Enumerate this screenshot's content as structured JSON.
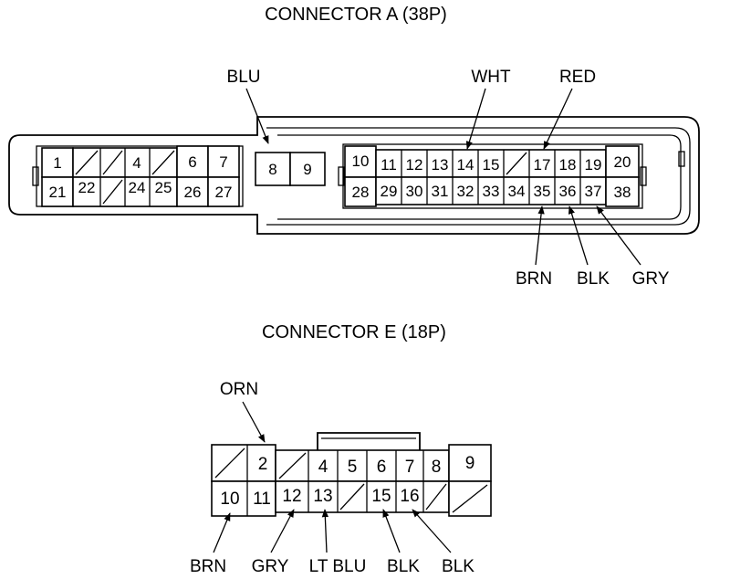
{
  "connector_a": {
    "title": "CONNECTOR A (38P)",
    "pins": [
      "1",
      "21",
      "22",
      "4",
      "24",
      "25",
      "6",
      "26",
      "7",
      "27",
      "8",
      "9",
      "10",
      "28",
      "11",
      "29",
      "12",
      "30",
      "13",
      "31",
      "14",
      "32",
      "15",
      "33",
      "34",
      "17",
      "35",
      "18",
      "36",
      "19",
      "37",
      "20",
      "38"
    ],
    "wire_labels": {
      "blu": "BLU",
      "wht": "WHT",
      "red": "RED",
      "brn": "BRN",
      "blk": "BLK",
      "gry": "GRY"
    }
  },
  "connector_e": {
    "title": "CONNECTOR E (18P)",
    "pins": [
      "2",
      "4",
      "5",
      "6",
      "7",
      "8",
      "9",
      "10",
      "11",
      "12",
      "13",
      "15",
      "16"
    ],
    "wire_labels": {
      "orn": "ORN",
      "brn": "BRN",
      "gry": "GRY",
      "ltblu": "LT BLU",
      "blk1": "BLK",
      "blk2": "BLK"
    }
  }
}
